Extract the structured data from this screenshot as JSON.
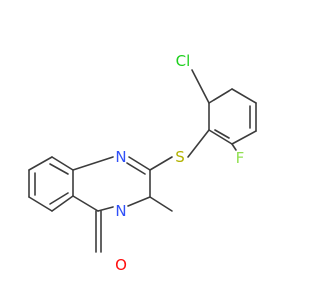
{
  "molecule": {
    "colors": {
      "bond": "#3c3c3c",
      "C": "#3c3c3c",
      "N": "#3050f8",
      "O": "#ff0d0d",
      "S": "#b2b200",
      "Cl": "#1fd01f",
      "F": "#90e050"
    },
    "labels": {
      "chlorine": "Cl",
      "fluorine": "F",
      "sulfur": "S",
      "nitrogen_ring": "N",
      "nitrogen_methyl": "N",
      "oxygen": "O"
    }
  }
}
